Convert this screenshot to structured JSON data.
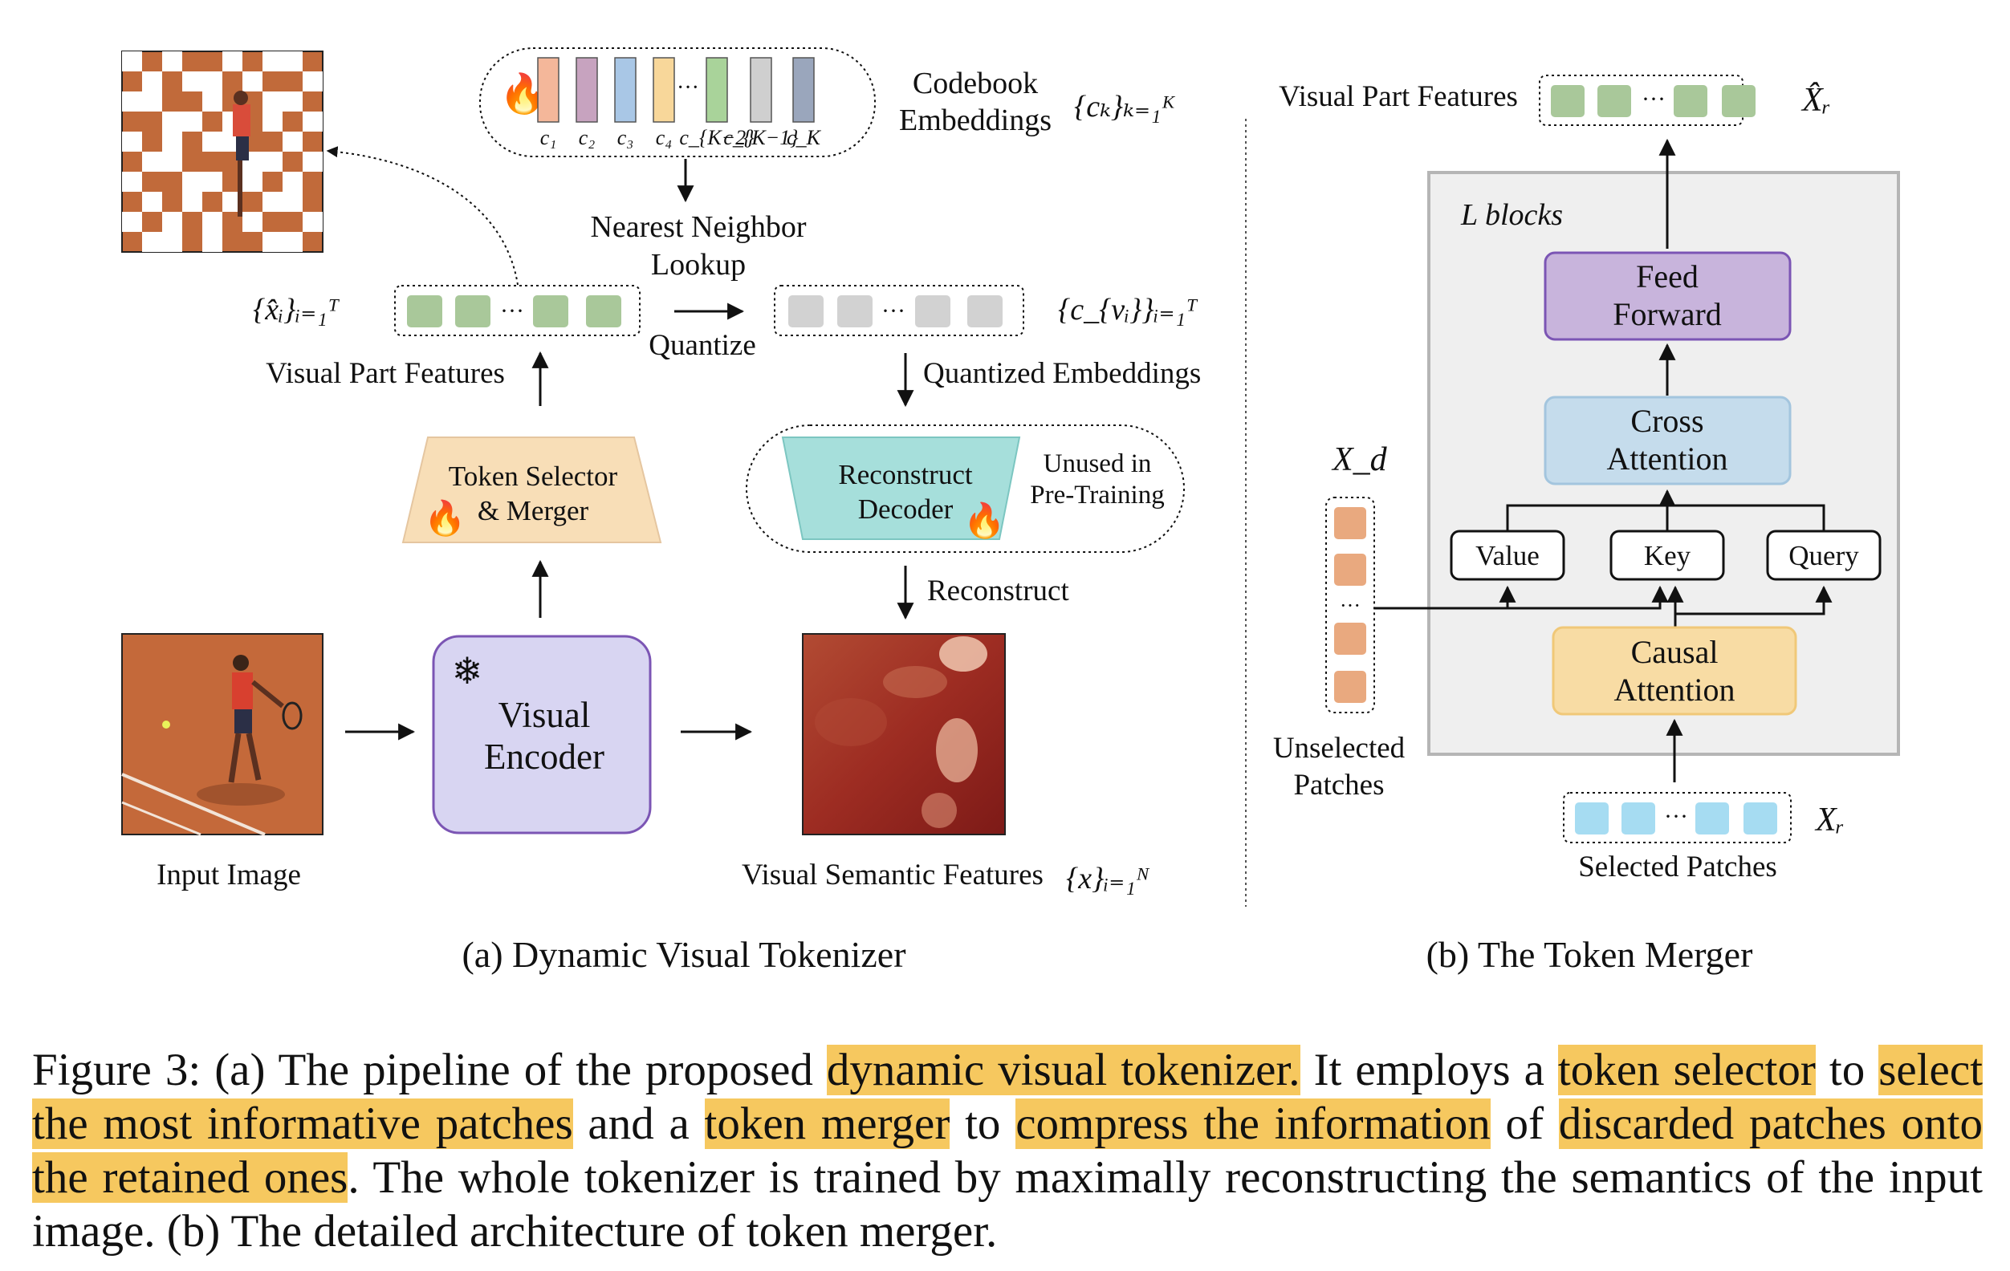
{
  "colors": {
    "green_token": "#a9c89a",
    "gray_token": "#d2d2d2",
    "blue_token": "#a6dcf2",
    "orange_token": "#e9a97f",
    "encoder_fill": "#d8d5f2",
    "encoder_stroke": "#7b55b4",
    "selector_fill": "#f8deb7",
    "decoder_fill": "#a6dfdb",
    "feed_forward_fill": "#c8b4dc",
    "cross_attention_fill": "#c5dcec",
    "causal_attention_fill": "#f8dca4",
    "highlight": "#f6c85f",
    "flame": "#f07a35"
  },
  "icons": {
    "trainable": "flame-icon",
    "frozen": "snowflake-icon"
  },
  "panel_a": {
    "title": "(a) Dynamic Visual Tokenizer",
    "input_image_label": "Input Image",
    "visual_encoder_line1": "Visual",
    "visual_encoder_line2": "Encoder",
    "token_selector_line1": "Token Selector",
    "token_selector_line2": "& Merger",
    "visual_part_features_label": "Visual Part Features",
    "visual_part_features_math": "{x̂ᵢ}ᵢ₌₁ᵀ",
    "quantize_label": "Quantize",
    "nearest_neighbor_line1": "Nearest Neighbor",
    "nearest_neighbor_line2": "Lookup",
    "codebook_line1": "Codebook",
    "codebook_line2": "Embeddings",
    "codebook_math": "{cₖ}ₖ₌₁ᴷ",
    "codebook_entries": [
      "c₁",
      "c₂",
      "c₃",
      "c₄",
      "c_{K−2}",
      "c_{K−1}",
      "c_K"
    ],
    "codebook_entry_colors": [
      "#f4b79a",
      "#c7a3bf",
      "#a9c7e6",
      "#f8d79a",
      "#a9d39a",
      "#cfcfcf",
      "#9aa6bc"
    ],
    "ellipsis": "···",
    "quantized_embeddings_label": "Quantized Embeddings",
    "quantized_math": "{c_{vᵢ}}ᵢ₌₁ᵀ",
    "decoder_line1": "Reconstruct",
    "decoder_line2": "Decoder",
    "unused_line1": "Unused in",
    "unused_line2": "Pre-Training",
    "reconstruct_label": "Reconstruct",
    "semantic_features_label": "Visual Semantic Features",
    "semantic_features_math": "{x}ᵢ₌₁ᴺ"
  },
  "panel_b": {
    "title": "(b) The Token Merger",
    "visual_part_features_label": "Visual Part Features",
    "output_math": "X̂ᵣ",
    "l_blocks": "L blocks",
    "feed_forward_line1": "Feed",
    "feed_forward_line2": "Forward",
    "cross_attention_line1": "Cross",
    "cross_attention_line2": "Attention",
    "value_label": "Value",
    "key_label": "Key",
    "query_label": "Query",
    "causal_attention_line1": "Causal",
    "causal_attention_line2": "Attention",
    "xd_math": "X_d",
    "unselected_line1": "Unselected",
    "unselected_line2": "Patches",
    "xr_math": "Xᵣ",
    "selected_label": "Selected Patches"
  },
  "caption": {
    "t1": "Figure 3: (a) The pipeline of the proposed ",
    "h1": "dynamic visual tokenizer.",
    "t2": " It employs a ",
    "h2": "token selector",
    "t3": " to ",
    "h3": "select the most informative patches",
    "t4": " and a ",
    "h4": "token merger",
    "t5": " to ",
    "h5": "compress the information",
    "t6": " of ",
    "h6": "discarded patches onto the retained ones",
    "t7": ". The whole tokenizer is trained by maximally reconstructing the semantics of the input image. (b) The detailed architecture of token merger."
  }
}
